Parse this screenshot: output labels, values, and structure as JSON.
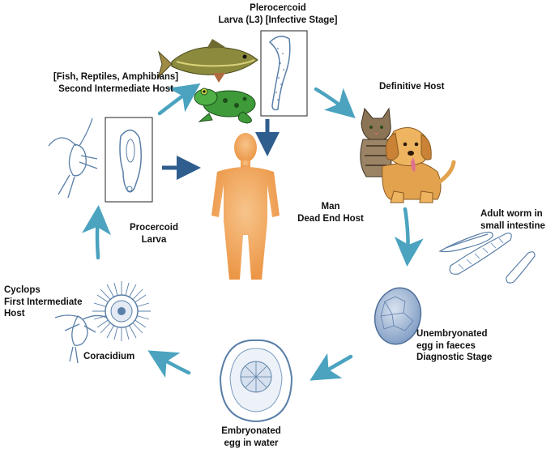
{
  "labels": {
    "plerocercoid": "Plerocercoid\nLarva (L3) [Infective Stage]",
    "second_host": "[Fish, Reptiles, Amphibians]\nSecond Intermediate Host",
    "definitive_host": "Definitive Host",
    "man": "Man\nDead End Host",
    "adult_worm": "Adult worm in\nsmall intestine",
    "procercoid": "Procercoid\nLarva",
    "cyclops": "Cyclops\nFirst Intermediate\nHost",
    "coracidium": "Coracidium",
    "unembryonated": "Unembryonated\negg in faeces\nDiagnostic Stage",
    "embryonated": "Embryonated\negg in water"
  },
  "colors": {
    "cycle_arrow": "#4ba3bf",
    "dark_arrow": "#2e5d8e",
    "human": "#f2a65a",
    "sketch": "#5a7fa8"
  }
}
